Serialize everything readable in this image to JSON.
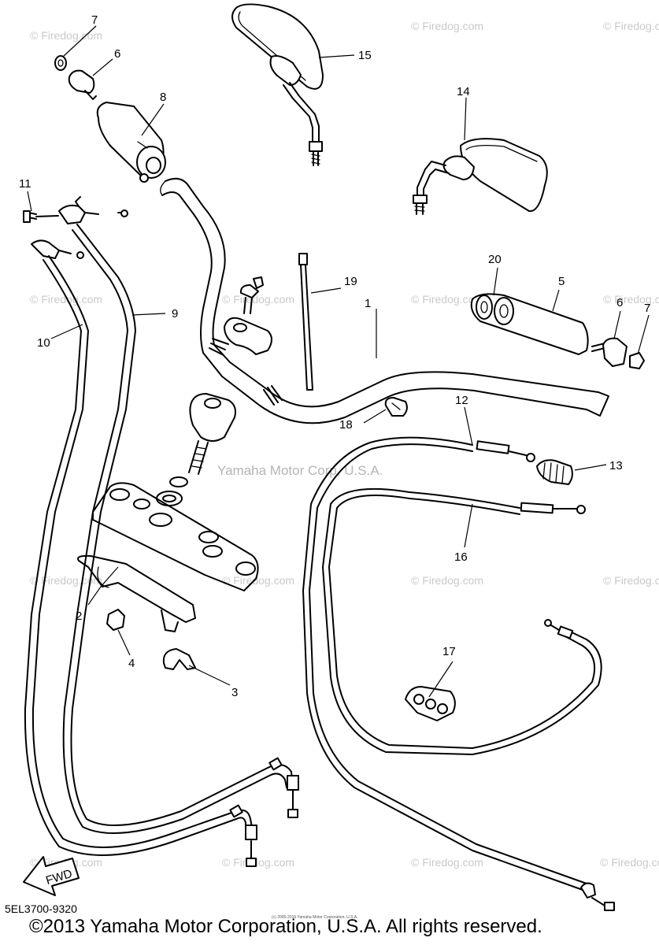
{
  "drawing_number": "5EL3700-9320",
  "copyright": "©2013 Yamaha Motor Corporation, U.S.A. All rights reserved.",
  "tiny_credit": "(c) 2005-2016 Yamaha Motor Corporation, U.S.A.",
  "watermarks": {
    "firedog": "© Firedog.com",
    "center": "Yamaha Motor Corp, U.S.A."
  },
  "fwd_label": "FWD",
  "callouts": {
    "c1": "1",
    "c2": "2",
    "c3": "3",
    "c4": "4",
    "c5": "5",
    "c6a": "6",
    "c6b": "6",
    "c7a": "7",
    "c7b": "7",
    "c8": "8",
    "c9": "9",
    "c10": "10",
    "c11": "11",
    "c12": "12",
    "c13": "13",
    "c14": "14",
    "c15": "15",
    "c16": "16",
    "c17": "17",
    "c18": "18",
    "c19": "19",
    "c20": "20"
  }
}
